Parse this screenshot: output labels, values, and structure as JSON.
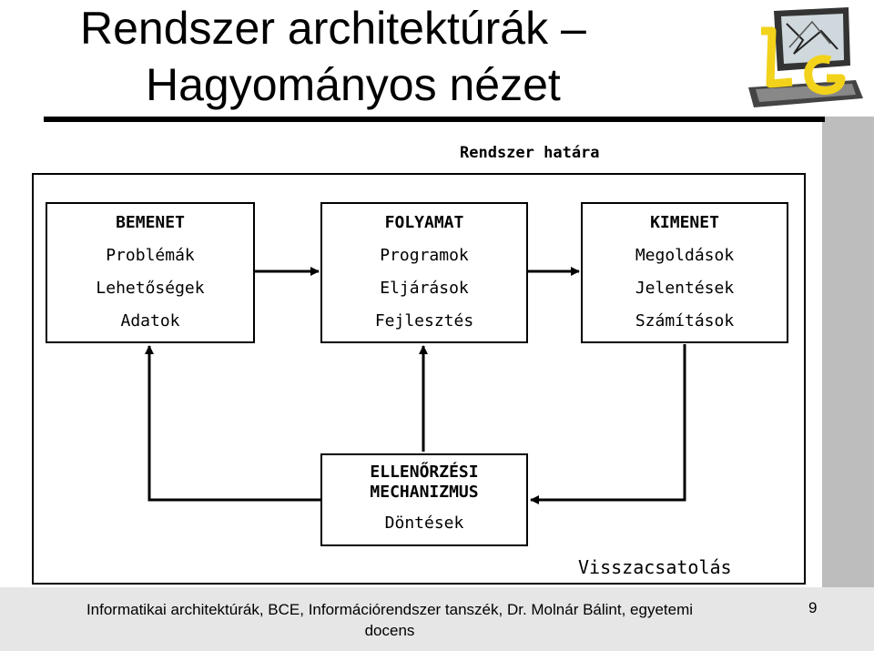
{
  "title": {
    "line1": "Rendszer architektúrák –",
    "line2": "Hagyományos nézet"
  },
  "diagram": {
    "boundary_label": "Rendszer határa",
    "input": {
      "heading": "BEMENET",
      "items": [
        "Problémák",
        "Lehetőségek",
        "Adatok"
      ]
    },
    "process": {
      "heading": "FOLYAMAT",
      "items": [
        "Programok",
        "Eljárások",
        "Fejlesztés"
      ]
    },
    "output": {
      "heading": "KIMENET",
      "items": [
        "Megoldások",
        "Jelentések",
        "Számítások"
      ]
    },
    "control": {
      "heading_line1": "ELLENŐRZÉSI",
      "heading_line2": "MECHANIZMUS",
      "item": "Döntések"
    },
    "feedback_label": "Visszacsatolás"
  },
  "footer": {
    "text_line1": "Informatikai architektúrák, BCE, Információrendszer tanszék, Dr. Molnár Bálint, egyetemi",
    "text_line2": "docens",
    "page_number": "9"
  },
  "colors": {
    "line": "#000000",
    "shade": "#bdbdbd",
    "logo_yellow": "#f2d21b"
  },
  "logo_icon": "computer-monitor-keyboard-logo"
}
